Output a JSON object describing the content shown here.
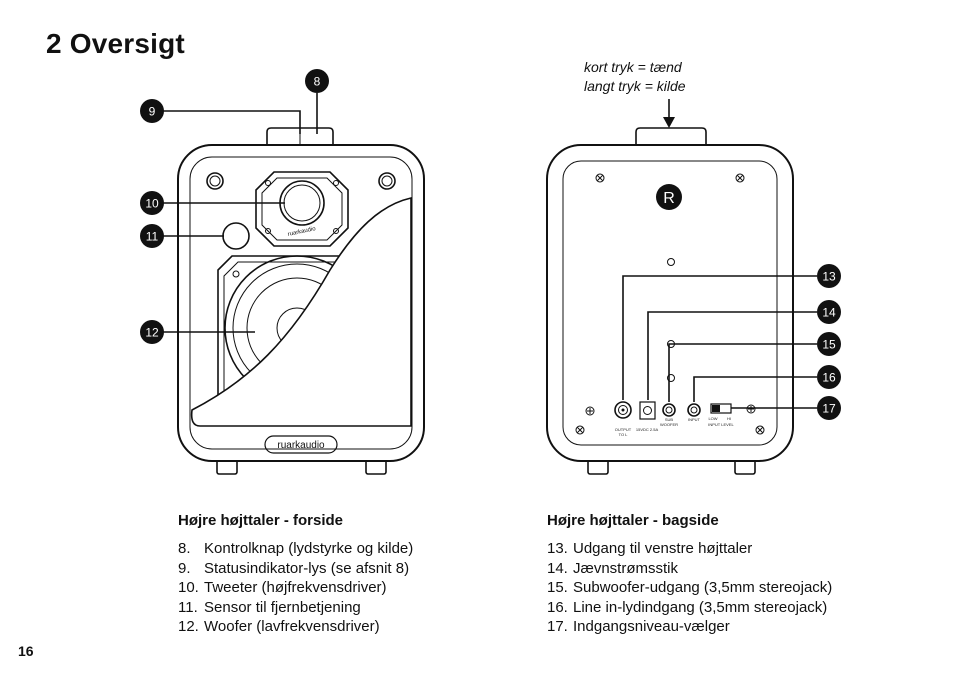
{
  "page": {
    "title": "2  Oversigt",
    "page_number": "16"
  },
  "note": {
    "line1": "kort tryk = tænd",
    "line2": "langt tryk = kilde"
  },
  "front": {
    "heading": "Højre højttaler - forside",
    "brand": "ruarkaudio",
    "tweeter_brand": "ruarkaudio",
    "items": [
      {
        "num": "8.",
        "text": "Kontrolknap (lydstyrke og kilde)"
      },
      {
        "num": "9.",
        "text": "Statusindikator-lys (se afsnit 8)"
      },
      {
        "num": "10.",
        "text": "Tweeter (højfrekvensdriver)"
      },
      {
        "num": "11.",
        "text": "Sensor til fjernbetjening"
      },
      {
        "num": "12.",
        "text": "Woofer (lavfrekvensdriver)"
      }
    ],
    "badges": [
      "8",
      "9",
      "10",
      "11",
      "12"
    ]
  },
  "back": {
    "heading": "Højre højttaler - bagside",
    "channel_mark": "R",
    "items": [
      {
        "num": "13.",
        "text": "Udgang til venstre højttaler"
      },
      {
        "num": "14.",
        "text": "Jævnstrømsstik"
      },
      {
        "num": "15.",
        "text": "Subwoofer-udgang (3,5mm stereojack)"
      },
      {
        "num": "16.",
        "text": "Line in-lydindgang (3,5mm stereojack)"
      },
      {
        "num": "17.",
        "text": "Indgangsniveau-vælger"
      }
    ],
    "badges": [
      "13",
      "14",
      "15",
      "16",
      "17"
    ],
    "port_labels": {
      "output": "OUTPUT",
      "output2": "TO L",
      "dc": "15VDC 2.5A",
      "sub": "SUB",
      "sub2": "WOOFER",
      "input": "INPUT",
      "low": "LOW",
      "hi": "HI",
      "level": "INPUT LEVEL"
    }
  }
}
